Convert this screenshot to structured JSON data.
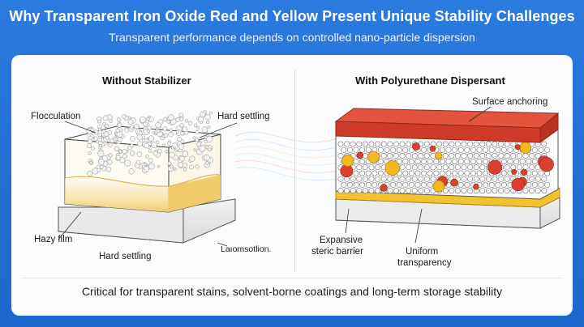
{
  "header": {
    "title": "Why Transparent Iron Oxide Red and Yellow Present Unique Stability Challenges",
    "subtitle": "Transparent performance depends on controlled nano-particle dispersion"
  },
  "left_panel": {
    "heading": "Without Stabilizer",
    "labels": {
      "flocculation": "Flocculation",
      "hard_settling_top": "Hard settling",
      "hazy_film": "Hazy film",
      "hard_settling_bottom": "Hard settling",
      "garbled": "Laıomsotlion."
    }
  },
  "right_panel": {
    "heading": "With Polyurethane Dispersant",
    "labels": {
      "surface_anchoring": "Surface anchoring",
      "expansive": "Expansive",
      "steric_barrier": "steric barrier",
      "uniform": "Uniform",
      "transparency": "transparency"
    }
  },
  "footer": {
    "text": "Critical for transparent stains, solvent-borne coatings and long-term storage stability"
  },
  "colors": {
    "background_blue": "#1f6fd1",
    "red_layer": "#d8412f",
    "yellow_layer": "#f2c230",
    "hazy_yellow": "#f4d98c"
  }
}
